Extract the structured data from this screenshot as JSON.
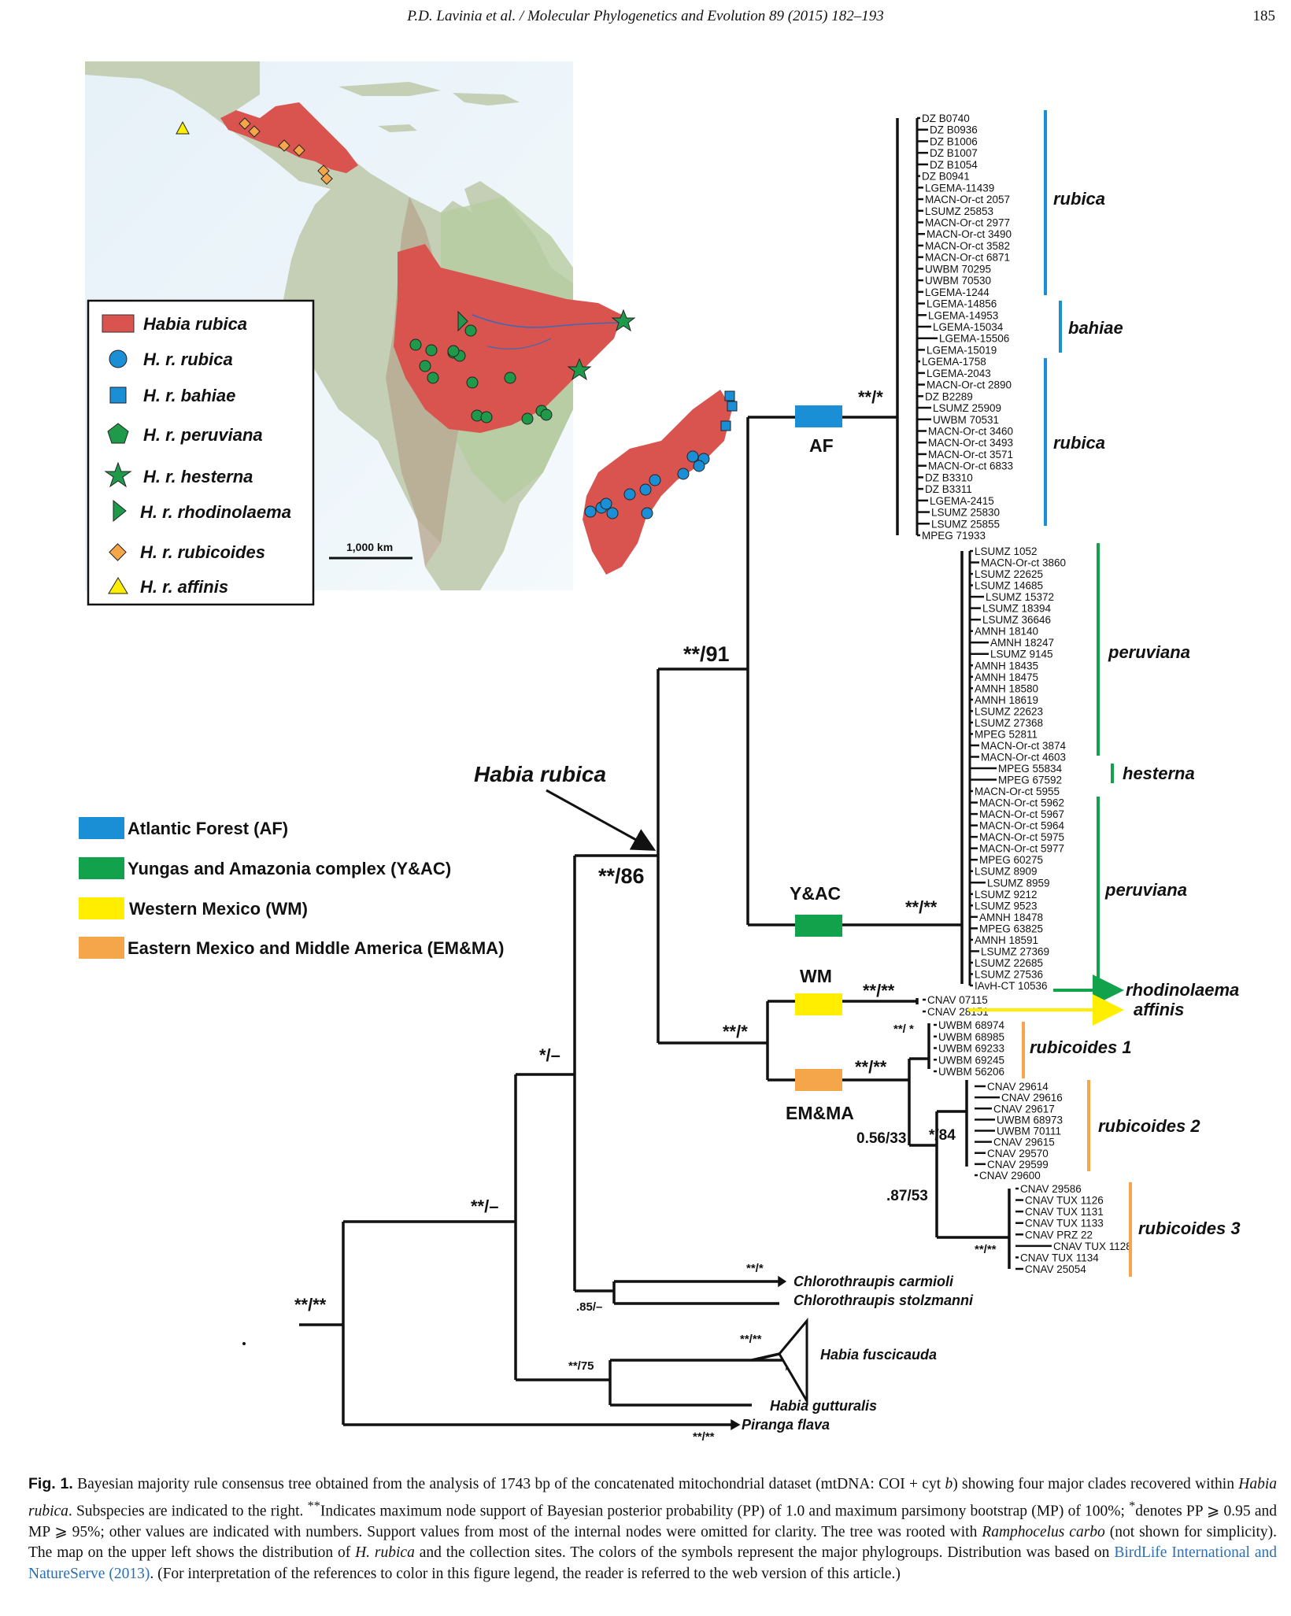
{
  "header": {
    "running_head": "P.D. Lavinia et al. / Molecular Phylogenetics and Evolution 89 (2015) 182–193",
    "page_number": "185"
  },
  "colors": {
    "atlantic_forest": "#1a8fd6",
    "yungas_amazonia": "#12a24b",
    "western_mexico": "#ffee00",
    "eastern_mexico": "#f5a54a",
    "range_red": "#d9534f",
    "shield_green": "#1e9a4a"
  },
  "map": {
    "legend": [
      {
        "label": "Habia rubica",
        "icon": "range-rectangle-icon"
      },
      {
        "label": "H. r. rubica",
        "icon": "blue-circle-icon"
      },
      {
        "label": "H. r. bahiae",
        "icon": "blue-square-icon"
      },
      {
        "label": "H. r. peruviana",
        "icon": "green-pentagon-icon"
      },
      {
        "label": "H. r. hesterna",
        "icon": "green-star-icon"
      },
      {
        "label": "H. r. rhodinolaema",
        "icon": "green-triangle-icon"
      },
      {
        "label": "H. r. rubicoides",
        "icon": "orange-diamond-icon"
      },
      {
        "label": "H. r. affinis",
        "icon": "yellow-triangle-icon"
      }
    ],
    "scale_label": "1,000 km"
  },
  "regions_legend": [
    {
      "label": "Atlantic Forest (AF)",
      "color": "#1a8fd6"
    },
    {
      "label": "Yungas and Amazonia complex (Y&AC)",
      "color": "#12a24b"
    },
    {
      "label": "Western Mexico (WM)",
      "color": "#ffee00"
    },
    {
      "label": "Eastern Mexico and Middle America (EM&MA)",
      "color": "#f5a54a"
    }
  ],
  "tree": {
    "habia_rubica_label": "Habia rubica",
    "clade_labels": {
      "af": "AF",
      "yac": "Y&AC",
      "wm": "WM",
      "emma": "EM&MA"
    },
    "support": {
      "af": "**/*",
      "yac_af": "**/91",
      "habia_rubica": "**/86",
      "yac": "**/**",
      "wm": "**/**",
      "mex": "**/*",
      "emma": "**/**",
      "r1": "**/ *",
      "n056": "0.56/33",
      "n84": "*/84",
      "n87": ".87/53",
      "r3": "**/**",
      "with_chloro": "*/–",
      "chloro": "**/*",
      "chloro_base": ".85/–",
      "with_fusc": "**/–",
      "fusc_gutt": "**/75",
      "fusc": "**/**",
      "root": "**/**",
      "piranga": "**/**"
    },
    "leaves_af1": [
      "DZ B0740",
      "DZ B0936",
      "DZ B1006",
      "DZ B1007",
      "DZ B1054",
      "DZ B0941",
      "LGEMA-11439",
      "MACN-Or-ct 2057",
      "LSUMZ 25853",
      "MACN-Or-ct 2977",
      "MACN-Or-ct 3490",
      "MACN-Or-ct 3582",
      "MACN-Or-ct 6871",
      "UWBM 70295",
      "UWBM 70530",
      "LGEMA-1244",
      "LGEMA-14856",
      "LGEMA-14953",
      "LGEMA-15034",
      "LGEMA-15506",
      "LGEMA-15019",
      "LGEMA-1758",
      "LGEMA-2043",
      "MACN-Or-ct 2890",
      "DZ B2289",
      "LSUMZ 25909",
      "UWBM 70531",
      "MACN-Or-ct 3460",
      "MACN-Or-ct 3493",
      "MACN-Or-ct 3571",
      "MACN-Or-ct 6833",
      "DZ B3310",
      "DZ B3311",
      "LGEMA-2415",
      "LSUMZ 25830",
      "LSUMZ 25855",
      "MPEG 71933"
    ],
    "leaves_yac": [
      "LSUMZ 1052",
      "MACN-Or-ct 3860",
      "LSUMZ 22625",
      "LSUMZ 14685",
      "LSUMZ 15372",
      "LSUMZ 18394",
      "LSUMZ 36646",
      "AMNH 18140",
      "AMNH 18247",
      "LSUMZ 9145",
      "AMNH 18435",
      "AMNH 18475",
      "AMNH 18580",
      "AMNH 18619",
      "LSUMZ 22623",
      "LSUMZ 27368",
      "MPEG 52811",
      "MACN-Or-ct 3874",
      "MACN-Or-ct 4603",
      "MPEG 55834",
      "MPEG 67592",
      "MACN-Or-ct 5955",
      "MACN-Or-ct 5962",
      "MACN-Or-ct 5967",
      "MACN-Or-ct 5964",
      "MACN-Or-ct 5975",
      "MACN-Or-ct 5977",
      "MPEG 60275",
      "LSUMZ 8909",
      "LSUMZ 8959",
      "LSUMZ 9212",
      "LSUMZ 9523",
      "AMNH 18478",
      "MPEG 63825",
      "AMNH 18591",
      "LSUMZ 27369",
      "LSUMZ 22685",
      "LSUMZ 27536",
      "IAvH-CT 10536"
    ],
    "leaves_wm": [
      "CNAV 07115",
      "CNAV 28151"
    ],
    "leaves_r1": [
      "UWBM 68974",
      "UWBM 68985",
      "UWBM 69233",
      "UWBM 69245",
      "UWBM 56206"
    ],
    "leaves_r2": [
      "CNAV 29614",
      "CNAV 29616",
      "CNAV 29617",
      "UWBM 68973",
      "UWBM 70111",
      "CNAV 29615",
      "CNAV 29570",
      "CNAV 29599",
      "CNAV 29600"
    ],
    "leaves_r3": [
      "CNAV 29586",
      "CNAV TUX 1126",
      "CNAV TUX 1131",
      "CNAV TUX 1133",
      "CNAV PRZ 22",
      "CNAV TUX 1128",
      "CNAV TUX 1134",
      "CNAV 25054"
    ],
    "outgroups": [
      "Chlorothraupis carmioli",
      "Chlorothraupis stolzmanni",
      "Habia fuscicauda",
      "Habia gutturalis",
      "Piranga flava"
    ],
    "subspecies": {
      "rubica_a": "rubica",
      "bahiae": "bahiae",
      "rubica_b": "rubica",
      "peruviana_a": "peruviana",
      "hesterna": "hesterna",
      "peruviana_b": "peruviana",
      "rhodinolaema": "rhodinolaema",
      "affinis": "affinis",
      "rubicoides1": "rubicoides 1",
      "rubicoides2": "rubicoides 2",
      "rubicoides3": "rubicoides 3"
    }
  },
  "caption": {
    "fig_label": "Fig. 1.",
    "p1": " Bayesian majority rule consensus tree obtained from the analysis of 1743 bp of the concatenated mitochondrial dataset (mtDNA: COI + cyt ",
    "p1_b": "b",
    "p2": ") showing four major clades recovered within ",
    "p2_i": "Habia rubica",
    "p3": ". Subspecies are indicated to the right. ",
    "p3_sup": "**",
    "p4": "Indicates maximum node support of Bayesian posterior probability (PP) of 1.0 and maximum parsimony bootstrap (MP) of 100%; ",
    "p4_sup": "*",
    "p5": "denotes PP ⩾ 0.95 and MP ⩾ 95%; other values are indicated with numbers. Support values from most of the internal nodes were omitted for clarity. The tree was rooted with ",
    "p5_i": "Ramphocelus carbo",
    "p6": " (not shown for simplicity). The map on the upper left shows the distribution of ",
    "p6_i": "H. rubica",
    "p7": " and the collection sites. The colors of the symbols represent the major phylogroups. Distribution was based on ",
    "link": "BirdLife International and NatureServe (2013)",
    "p8": ". (For interpretation of the references to color in this figure legend, the reader is referred to the web version of this article.)"
  }
}
